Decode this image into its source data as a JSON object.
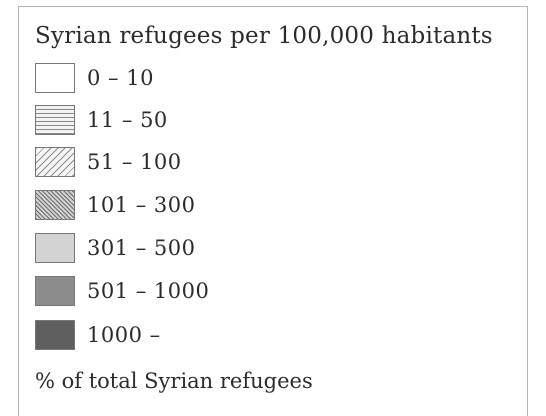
{
  "legend": {
    "title": "Syrian refugees per 100,000 habitants",
    "classes": [
      {
        "label": "0 – 10",
        "color": "#ffffff",
        "pattern": "empty"
      },
      {
        "label": "11 – 50",
        "color": "#f2f2f2",
        "pattern": "horizontal-lines"
      },
      {
        "label": "51 – 100",
        "color": "#f6f6f6",
        "pattern": "diagonal-light"
      },
      {
        "label": "101 – 300",
        "color": "#d2d2d2",
        "pattern": "diagonal-dense"
      },
      {
        "label": "301 – 500",
        "color": "#d3d3d3",
        "pattern": "solid"
      },
      {
        "label": "501 – 1000",
        "color": "#8c8c8c",
        "pattern": "solid"
      },
      {
        "label": "1000 –",
        "color": "#5f5f5f",
        "pattern": "solid"
      }
    ],
    "footer": "% of total Syrian refugees"
  }
}
